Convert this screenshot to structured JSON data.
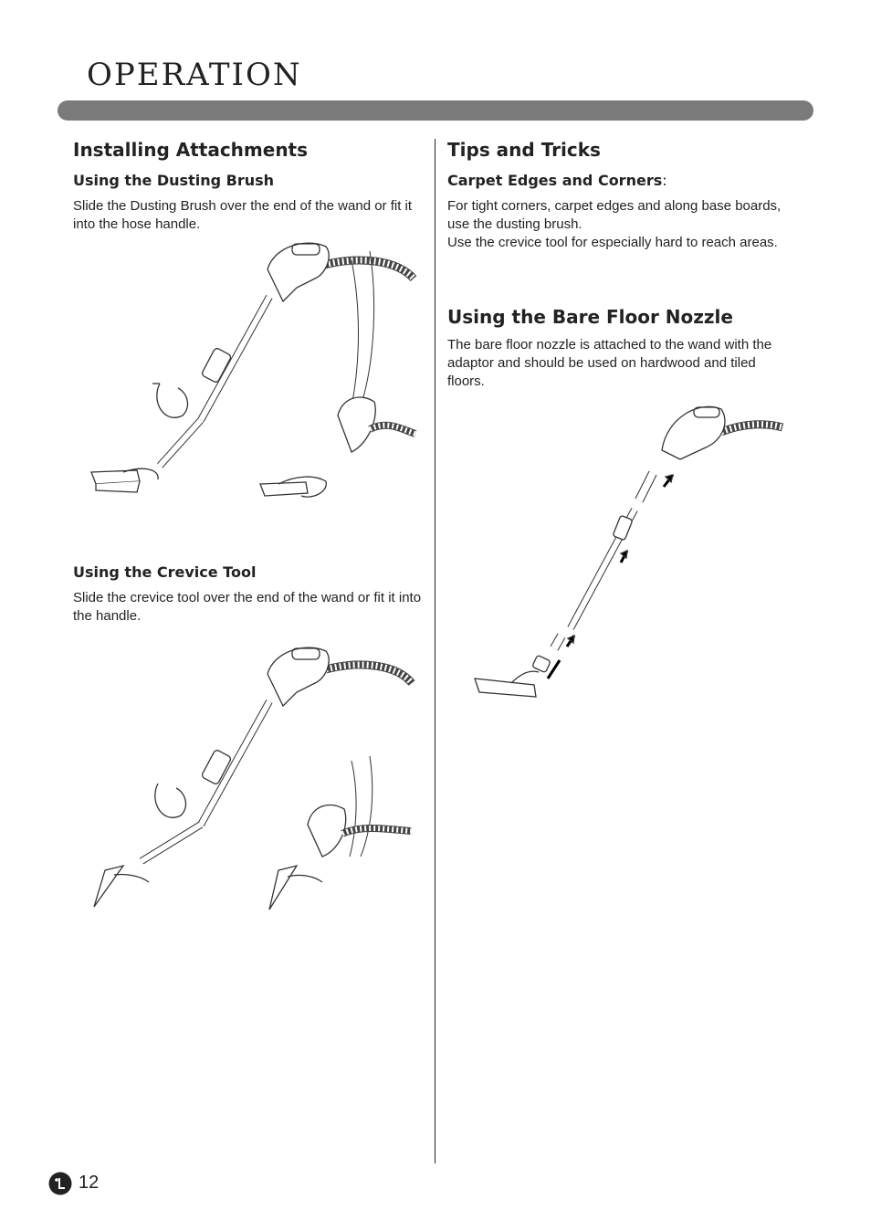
{
  "header": {
    "title": "OPERATION"
  },
  "left": {
    "heading": "Installing Attachments",
    "dusting": {
      "title": "Using the Dusting Brush",
      "text": "Slide the Dusting Brush over the end of the wand or fit it into the hose handle."
    },
    "crevice": {
      "title": "Using the Crevice Tool",
      "text": "Slide the crevice tool over the end of the wand or fit it into the handle."
    }
  },
  "right": {
    "heading": "Tips and Tricks",
    "carpet": {
      "title": "Carpet Edges and Corners",
      "colon": ":",
      "text1": "For tight corners, carpet edges and along base boards, use the dusting brush.",
      "text2": "Use the crevice tool for especially hard to reach areas."
    },
    "bare_floor": {
      "title": "Using the Bare Floor Nozzle",
      "text": "The bare floor nozzle is attached to the wand with the adaptor and should be used on hardwood and tiled floors."
    }
  },
  "footer": {
    "page_number": "12",
    "logo_icon": "lg-logo-icon"
  }
}
